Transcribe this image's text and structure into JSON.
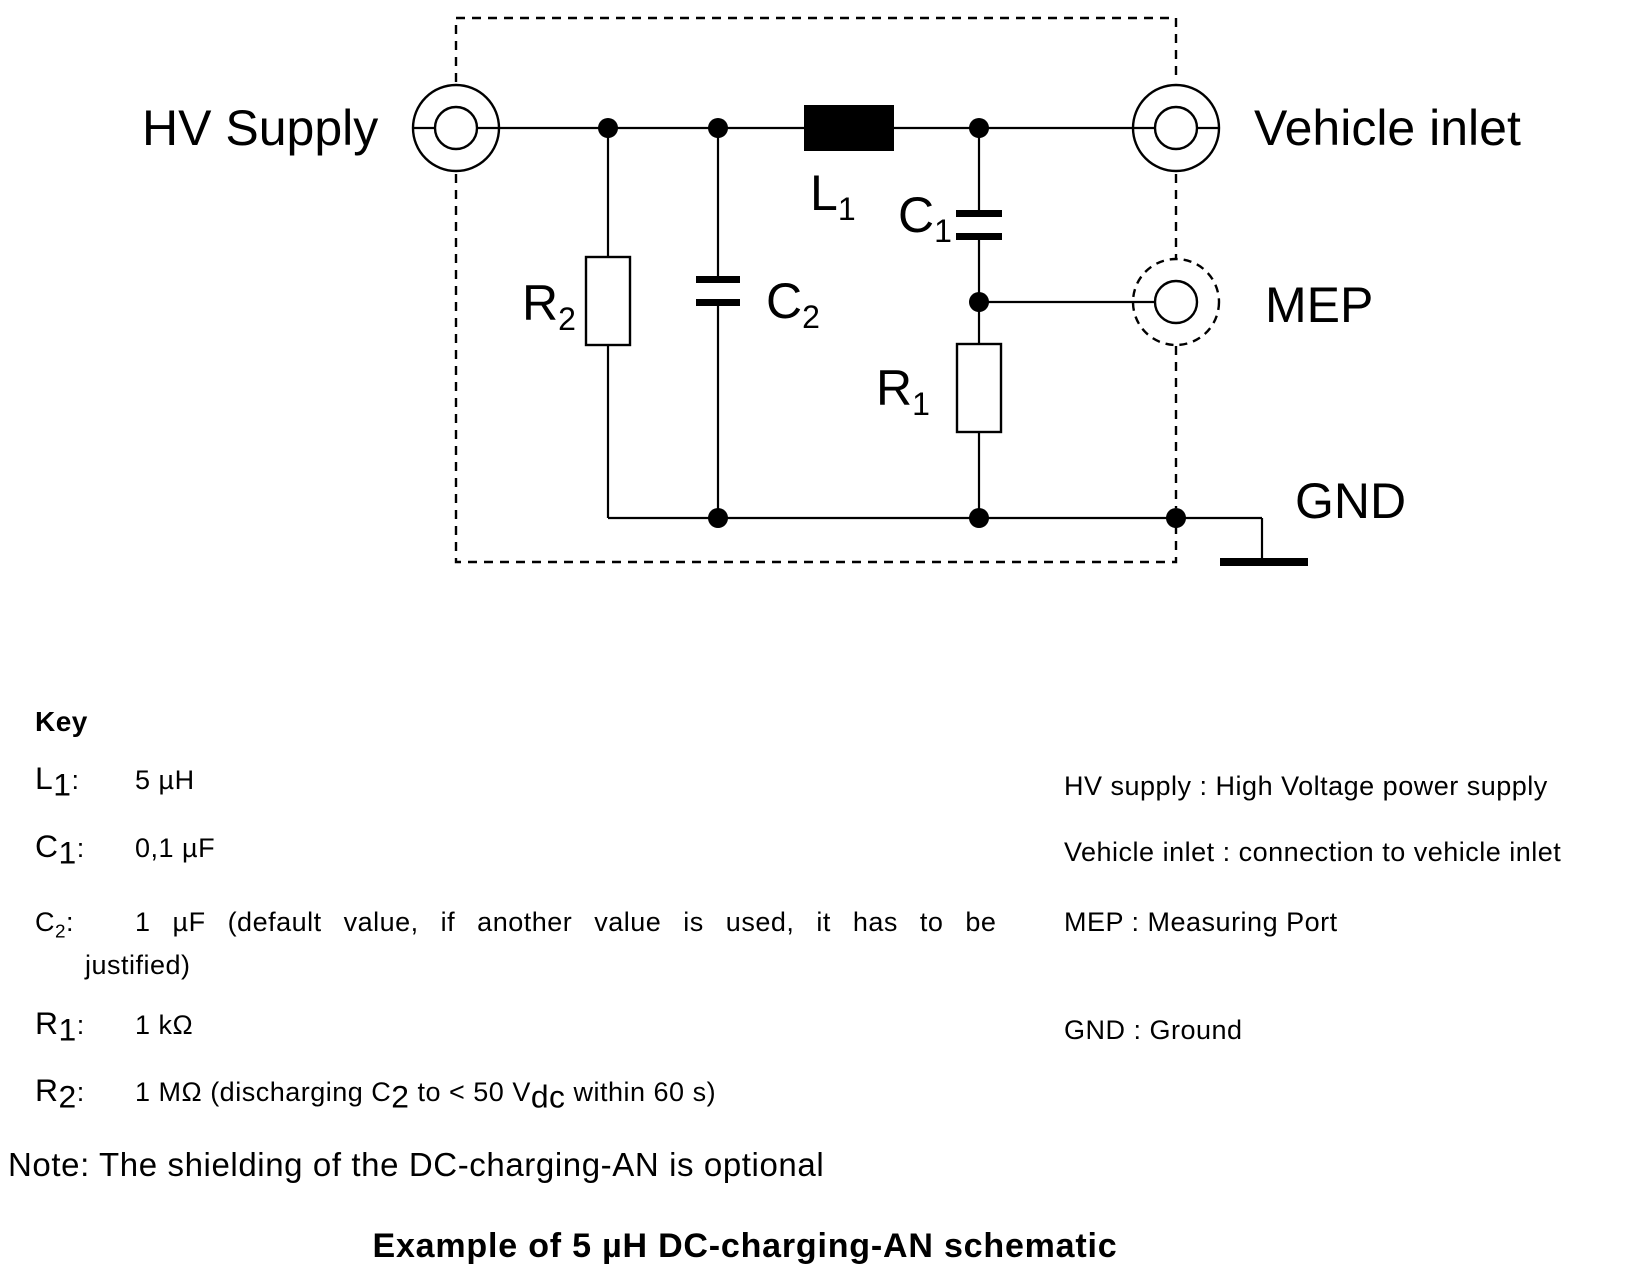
{
  "diagram": {
    "hv_supply_label": "HV Supply",
    "vehicle_inlet_label": "Vehicle inlet",
    "mep_label": "MEP",
    "gnd_label": "GND",
    "components": [
      {
        "letter": "L",
        "index": "1"
      },
      {
        "letter": "C",
        "index": "1"
      },
      {
        "letter": "C",
        "index": "2"
      },
      {
        "letter": "R",
        "index": "1"
      },
      {
        "letter": "R",
        "index": "2"
      }
    ]
  },
  "key": {
    "title": "Key",
    "items": [
      {
        "letter": "L",
        "index": "1",
        "colon": ":",
        "value": "5 µH"
      },
      {
        "letter": "C",
        "index": "1",
        "colon": ":",
        "value": "0,1 µF"
      },
      {
        "letter": "C",
        "index": "2",
        "colon": ":",
        "value": "1 µF (default value, if another value is used, it has to be",
        "value_cont": "justified)"
      },
      {
        "letter": "R",
        "index": "1",
        "colon": ":",
        "value": "1 kΩ"
      },
      {
        "letter": "R",
        "index": "2",
        "colon": ":",
        "value_a": "1 MΩ (discharging C",
        "value_b": "2",
        "value_c": " to < 50 V",
        "value_d": "dc",
        "value_e": " within 60 s)"
      }
    ],
    "abbreviations": [
      "HV supply : High Voltage power supply",
      "Vehicle inlet : connection to vehicle inlet",
      "MEP : Measuring Port",
      "GND : Ground"
    ]
  },
  "note": "Note: The shielding of the DC-charging-AN is optional",
  "caption": "Example of 5 µH DC-charging-AN schematic"
}
